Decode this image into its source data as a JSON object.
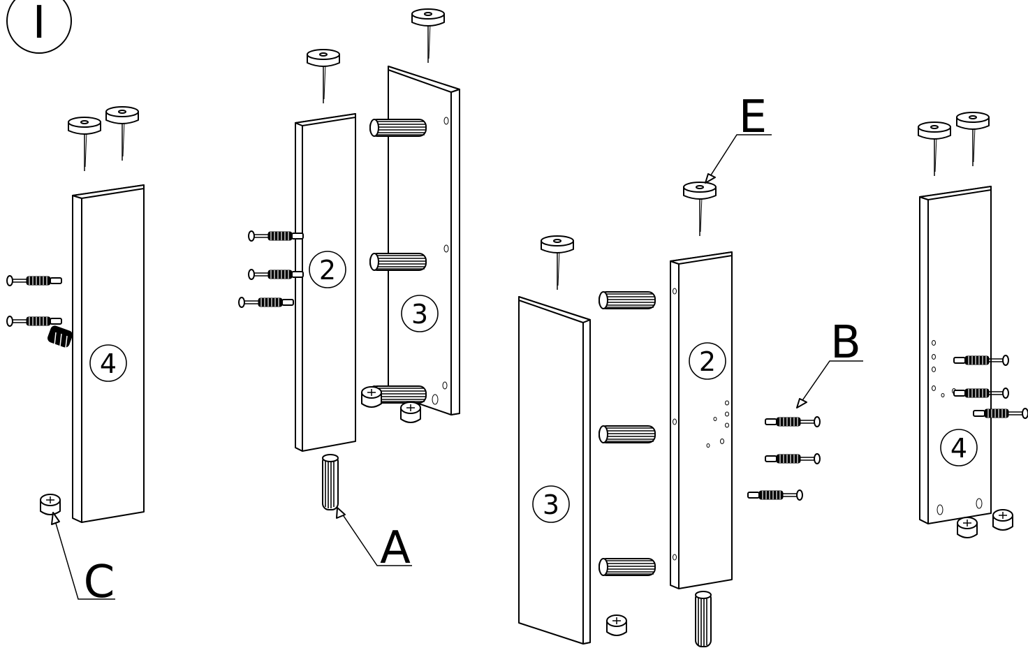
{
  "step": {
    "label": "I"
  },
  "part_labels": {
    "A": "A",
    "B": "B",
    "C": "C",
    "E": "E"
  },
  "panel_numbers": {
    "left_side_panel": "4",
    "rear_panel_left": "2",
    "front_panel_left": "3",
    "front_panel_right": "3",
    "rear_panel_right": "2",
    "right_side_panel": "4"
  }
}
